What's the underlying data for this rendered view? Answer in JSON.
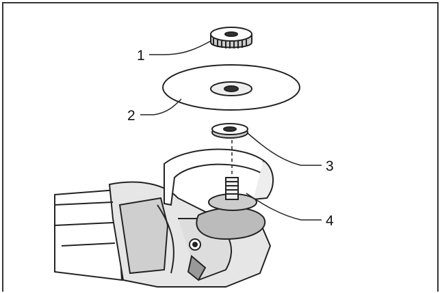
{
  "diagram": {
    "callouts": [
      {
        "label": "1",
        "part": "clamping-nut"
      },
      {
        "label": "2",
        "part": "grinding-disc"
      },
      {
        "label": "3",
        "part": "support-flange"
      },
      {
        "label": "4",
        "part": "spindle"
      }
    ],
    "colors": {
      "stroke": "#222222",
      "fill": "#ffffff",
      "shade": "#d9d9d9",
      "dark": "#555555"
    }
  }
}
